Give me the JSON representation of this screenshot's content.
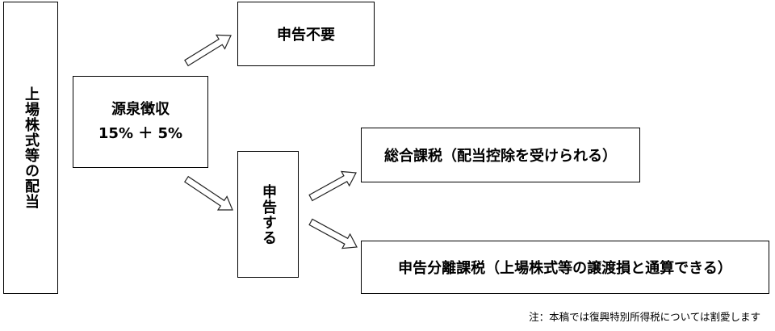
{
  "diagram": {
    "root": "上場株式等の配当",
    "withholding": {
      "line1": "源泉徴収",
      "line2": "15% ＋ 5%"
    },
    "no_filing": "申告不要",
    "filing": "申告する",
    "comprehensive": "総合課税（配当控除を受けられる）",
    "separate": "申告分離課税（上場株式等の譲渡損と通算できる）"
  },
  "note": "注：本稿では復興特別所得税については割愛します"
}
